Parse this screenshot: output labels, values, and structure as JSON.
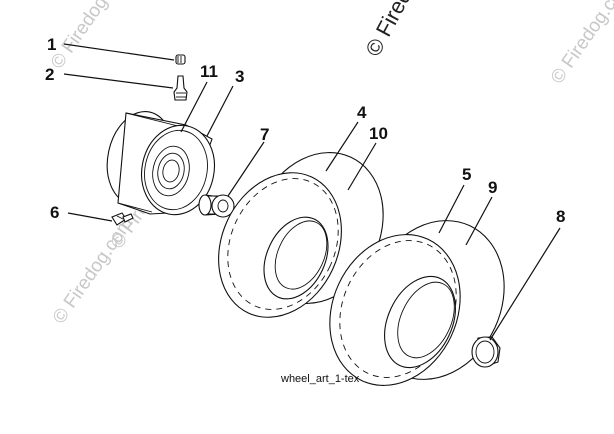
{
  "watermark": {
    "main": "© Firedog",
    "repeat": "© Firedog.com"
  },
  "callouts": [
    {
      "id": "1",
      "label": "1"
    },
    {
      "id": "2",
      "label": "2"
    },
    {
      "id": "3",
      "label": "3"
    },
    {
      "id": "4",
      "label": "4"
    },
    {
      "id": "5",
      "label": "5"
    },
    {
      "id": "6",
      "label": "6"
    },
    {
      "id": "7",
      "label": "7"
    },
    {
      "id": "8",
      "label": "8"
    },
    {
      "id": "9",
      "label": "9"
    },
    {
      "id": "10",
      "label": "10"
    },
    {
      "id": "11",
      "label": "11"
    }
  ],
  "caption": "wheel_art_1-tex"
}
